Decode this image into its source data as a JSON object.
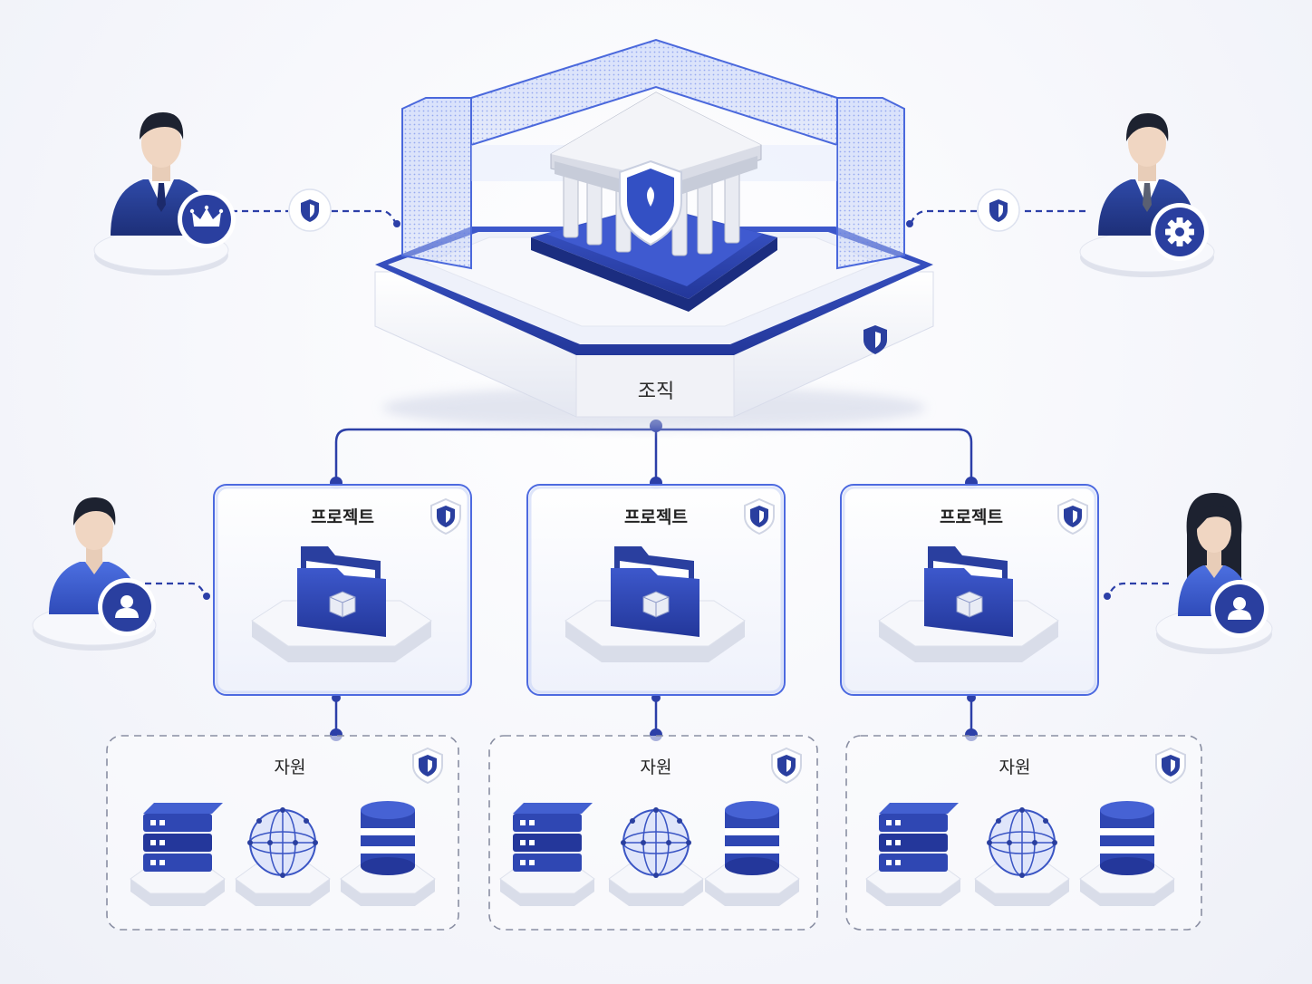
{
  "organization": {
    "label": "조직"
  },
  "projects": [
    {
      "label": "프로젝트"
    },
    {
      "label": "프로젝트"
    },
    {
      "label": "프로젝트"
    }
  ],
  "resource_groups": [
    {
      "label": "자원",
      "items": [
        "server-icon",
        "network-globe-icon",
        "database-icon"
      ]
    },
    {
      "label": "자원",
      "items": [
        "server-icon",
        "network-globe-icon",
        "database-icon"
      ]
    },
    {
      "label": "자원",
      "items": [
        "server-icon",
        "network-globe-icon",
        "database-icon"
      ]
    }
  ],
  "users": [
    {
      "role_icon": "crown-icon",
      "attached_to": "organization"
    },
    {
      "role_icon": "gear-icon",
      "attached_to": "organization"
    },
    {
      "role_icon": "user-icon",
      "attached_to": "project-1"
    },
    {
      "role_icon": "user-icon",
      "attached_to": "project-3"
    }
  ],
  "colors": {
    "primary": "#2f47b3",
    "primary_dark": "#1f3590",
    "glass": "#b9c8f5",
    "platform": "#f4f5fa",
    "line": "#2c3fa8"
  }
}
